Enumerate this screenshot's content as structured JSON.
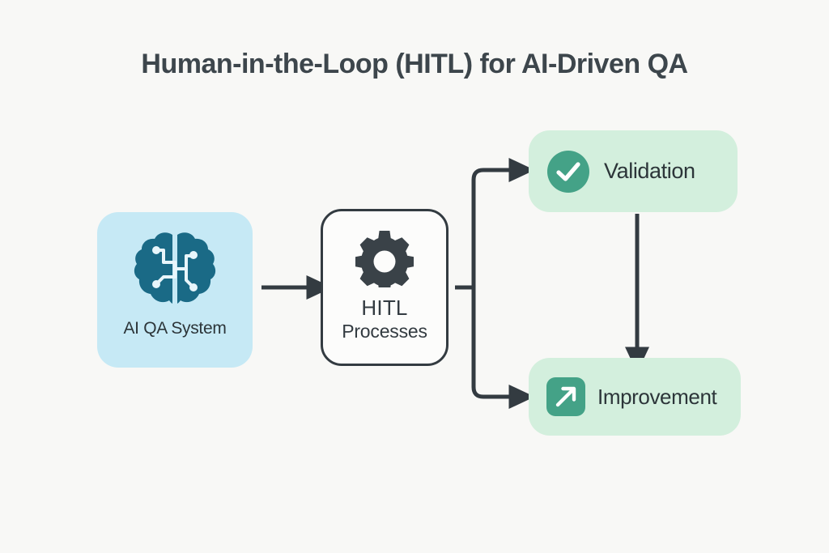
{
  "page": {
    "title": "Human-in-the-Loop (HITL) for AI-Driven QA",
    "background_color": "#f8f8f6",
    "text_color": "#3d464c"
  },
  "diagram": {
    "type": "flowchart",
    "nodes": [
      {
        "id": "ai-qa-system",
        "label": "AI QA System",
        "icon": "brain-circuit-icon",
        "fill": "#c6e9f5",
        "icon_color": "#1a6a86",
        "text_color": "#2c3539"
      },
      {
        "id": "hitl-processes",
        "label_line1": "HITL",
        "label_line2": "Processes",
        "icon": "gear-icon",
        "fill": "#fcfcfb",
        "border_color": "#333b41",
        "icon_color": "#3a4248",
        "text_color": "#333b41"
      },
      {
        "id": "validation",
        "label": "Validation",
        "icon": "check-circle-icon",
        "fill": "#d3efdd",
        "icon_color": "#44a287",
        "text_color": "#2c3539"
      },
      {
        "id": "improvement",
        "label": "Improvement",
        "icon": "arrow-up-right-icon",
        "fill": "#d3efdd",
        "icon_color": "#44a287",
        "text_color": "#2c3539"
      }
    ],
    "edges": [
      {
        "from": "ai-qa-system",
        "to": "hitl-processes",
        "style": "straight-arrow"
      },
      {
        "from": "hitl-processes",
        "to": "validation",
        "style": "elbow-arrow-up"
      },
      {
        "from": "hitl-processes",
        "to": "improvement",
        "style": "elbow-arrow-down"
      },
      {
        "from": "validation",
        "to": "improvement",
        "style": "straight-arrow-down"
      }
    ],
    "connector_color": "#333b41"
  }
}
